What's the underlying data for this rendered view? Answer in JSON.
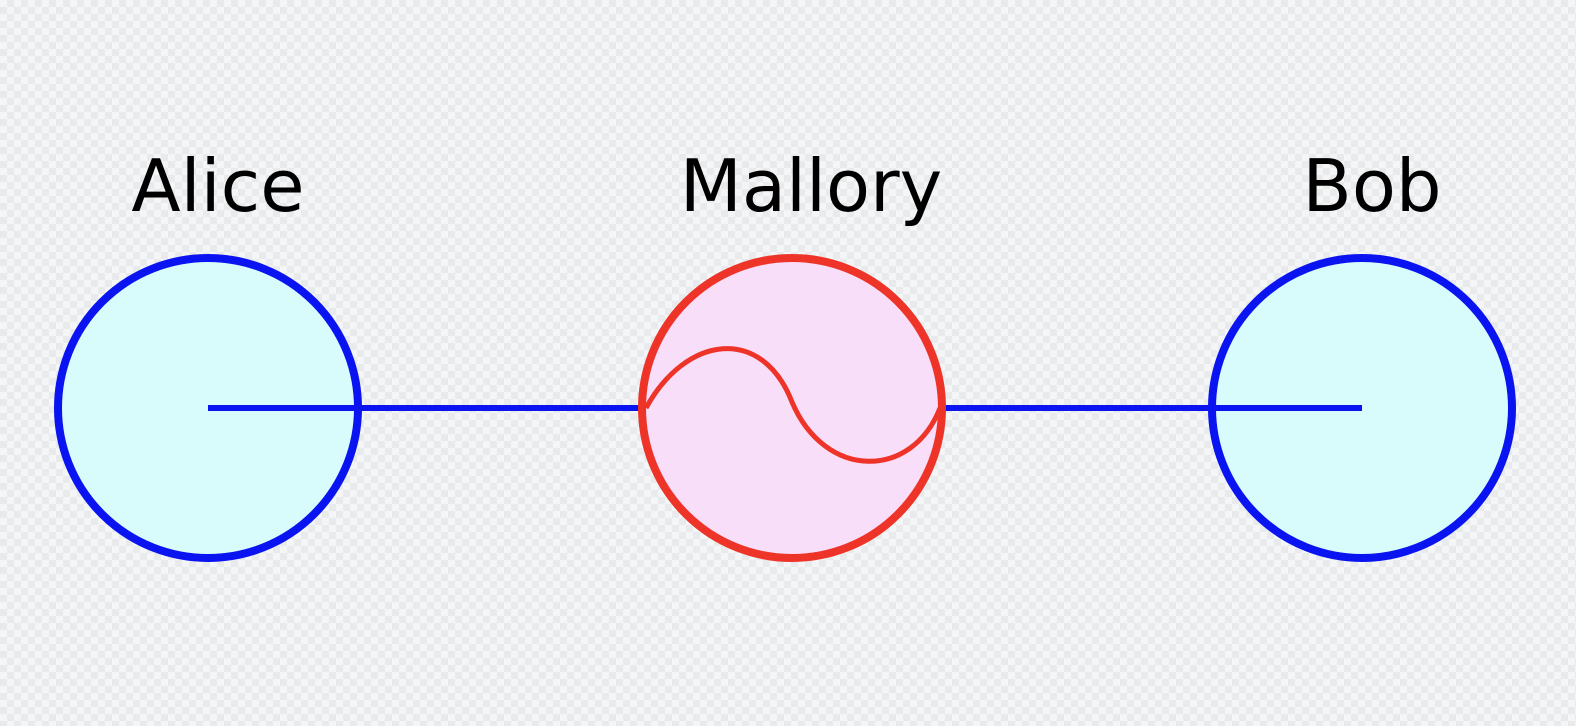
{
  "diagram": {
    "nodes": [
      {
        "id": "alice",
        "label": "Alice",
        "role": "endpoint"
      },
      {
        "id": "mallory",
        "label": "Mallory",
        "role": "interceptor"
      },
      {
        "id": "bob",
        "label": "Bob",
        "role": "endpoint"
      }
    ],
    "edges": [
      {
        "from": "alice",
        "to": "mallory"
      },
      {
        "from": "mallory",
        "to": "bob"
      }
    ]
  },
  "colors": {
    "endpoint_stroke": "#0a14f0",
    "endpoint_fill": "#d8fcfb",
    "interceptor_stroke": "#ee3328",
    "interceptor_fill": "#f8def8",
    "link": "#0a14f0"
  }
}
